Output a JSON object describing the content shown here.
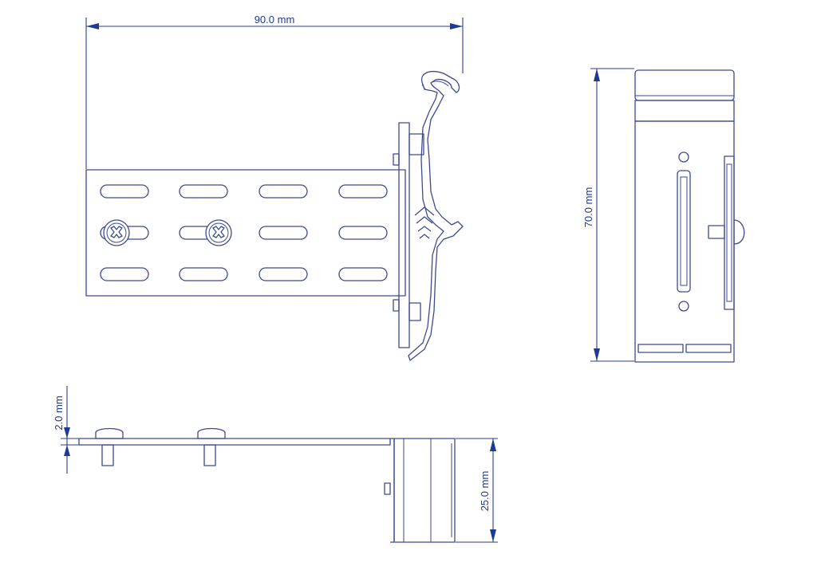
{
  "dimensions": {
    "width_label": "90.0 mm",
    "height_label": "70.0 mm",
    "thickness_label": "2.0 mm",
    "depth_label": "25.0 mm"
  },
  "colors": {
    "line": "#3d4a8f",
    "dimension": "#1f3a93",
    "background": "#ffffff"
  }
}
